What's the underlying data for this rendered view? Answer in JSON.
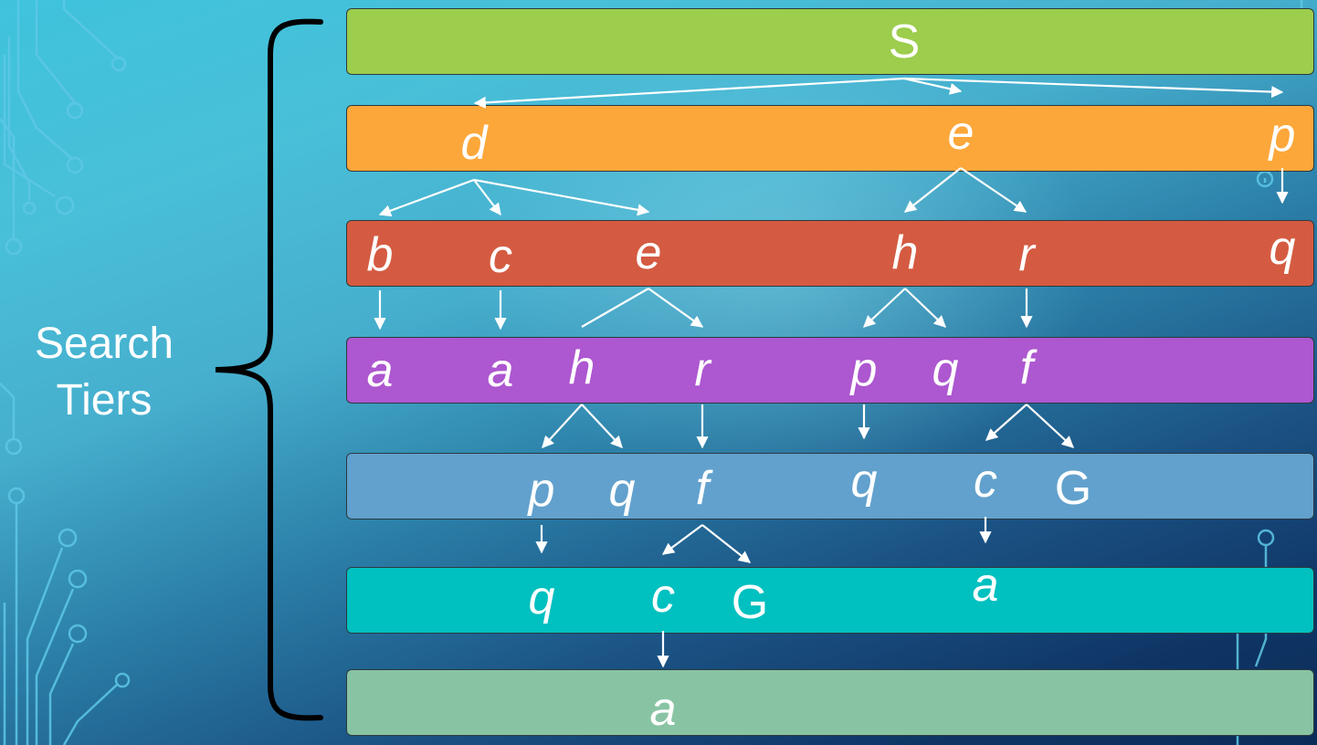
{
  "side_label": {
    "line1": "Search",
    "line2": "Tiers"
  },
  "tiers": [
    {
      "id": "tier-0",
      "color": "#9ccd4c"
    },
    {
      "id": "tier-1",
      "color": "#fca73a"
    },
    {
      "id": "tier-2",
      "color": "#d45b41"
    },
    {
      "id": "tier-3",
      "color": "#ad57d0"
    },
    {
      "id": "tier-4",
      "color": "#62a1cd"
    },
    {
      "id": "tier-5",
      "color": "#00c0c0"
    },
    {
      "id": "tier-6",
      "color": "#88c4a4"
    }
  ],
  "nodes": {
    "t0_S": "S",
    "t1_d": "d",
    "t1_e": "e",
    "t1_p": "p",
    "t2_b": "b",
    "t2_c": "c",
    "t2_e": "e",
    "t2_h": "h",
    "t2_r": "r",
    "t2_q": "q",
    "t3_a1": "a",
    "t3_a2": "a",
    "t3_h": "h",
    "t3_r": "r",
    "t3_p": "p",
    "t3_q": "q",
    "t3_f": "f",
    "t4_p": "p",
    "t4_q": "q",
    "t4_f": "f",
    "t4_q2": "q",
    "t4_c": "c",
    "t4_G": "G",
    "t5_q": "q",
    "t5_c": "c",
    "t5_G": "G",
    "t5_a": "a",
    "t6_a": "a"
  },
  "colors": {
    "edge": "#ffffff",
    "brace": "#000000",
    "circuit": "#5ec8e6"
  }
}
